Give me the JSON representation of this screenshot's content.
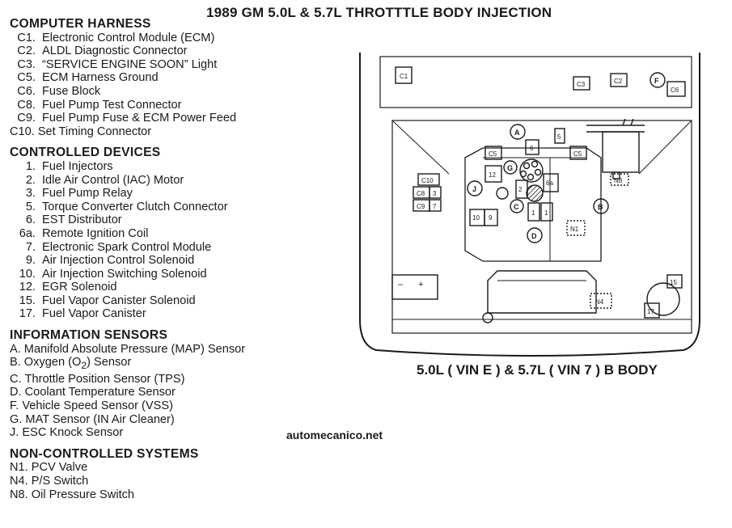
{
  "title": "1989 GM 5.0L & 5.7L THROTTTLE BODY INJECTION",
  "subtitle": "5.0L ( VIN E ) & 5.7L ( VIN 7 ) B BODY",
  "website": "automecanico.net",
  "legend": {
    "computer_harness": {
      "heading": "COMPUTER HARNESS",
      "items": [
        {
          "code": "C1.",
          "label": "Electronic Control Module (ECM)"
        },
        {
          "code": "C2.",
          "label": "ALDL Diagnostic Connector"
        },
        {
          "code": "C3.",
          "label": "“SERVICE ENGINE SOON” Light"
        },
        {
          "code": "C5.",
          "label": "ECM Harness Ground"
        },
        {
          "code": "C6.",
          "label": "Fuse Block"
        },
        {
          "code": "C8.",
          "label": "Fuel Pump Test Connector"
        },
        {
          "code": "C9.",
          "label": "Fuel Pump Fuse & ECM Power Feed"
        },
        {
          "code": "C10.",
          "label": "Set Timing Connector"
        }
      ]
    },
    "controlled_devices": {
      "heading": "CONTROLLED DEVICES",
      "items": [
        {
          "code": "1.",
          "label": "Fuel Injectors"
        },
        {
          "code": "2.",
          "label": "Idle Air Control (IAC) Motor"
        },
        {
          "code": "3.",
          "label": "Fuel Pump Relay"
        },
        {
          "code": "5.",
          "label": "Torque Converter Clutch Connector"
        },
        {
          "code": "6.",
          "label": "EST Distributor"
        },
        {
          "code": "6a.",
          "label": "Remote Ignition Coil"
        },
        {
          "code": "7.",
          "label": "Electronic Spark Control Module"
        },
        {
          "code": "9.",
          "label": "Air Injection Control Solenoid"
        },
        {
          "code": "10.",
          "label": "Air Injection Switching Solenoid"
        },
        {
          "code": "12.",
          "label": "EGR Solenoid"
        },
        {
          "code": "15.",
          "label": "Fuel Vapor Canister Solenoid"
        },
        {
          "code": "17.",
          "label": "Fuel Vapor Canister"
        }
      ]
    },
    "information_sensors": {
      "heading": "INFORMATION SENSORS",
      "items": [
        {
          "code": "A.",
          "label": "Manifold Absolute Pressure (MAP) Sensor"
        },
        {
          "code": "B.",
          "label_before": "Oxygen (O",
          "label_sub": "2",
          "label_after": ") Sensor"
        },
        {
          "code": "C.",
          "label": "Throttle Position Sensor (TPS)"
        },
        {
          "code": "D.",
          "label": "Coolant Temperature Sensor"
        },
        {
          "code": "F.",
          "label": "Vehicle Speed Sensor (VSS)"
        },
        {
          "code": "G.",
          "label": "MAT Sensor (IN Air Cleaner)"
        },
        {
          "code": "J.",
          "label": "ESC Knock Sensor"
        }
      ]
    },
    "non_controlled_systems": {
      "heading": "NON-CONTROLLED SYSTEMS",
      "items": [
        {
          "code": "N1.",
          "label": "PCV Valve"
        },
        {
          "code": "N4.",
          "label": "P/S Switch"
        },
        {
          "code": "N8.",
          "label": "Oil Pressure Switch"
        }
      ]
    }
  },
  "diagram_labels": {
    "c1": "C1",
    "c2": "C2",
    "c3": "C3",
    "c6": "C6",
    "f": "F",
    "a": "A",
    "five_top": "5",
    "six": "6",
    "c5_left": "C5",
    "c5_right": "C5",
    "twelve": "12",
    "g": "G",
    "two": "2",
    "six_a": "6a",
    "c10": "C10",
    "c8": "C8",
    "three": "3",
    "c9": "C9",
    "seven": "7",
    "j": "J",
    "n8": "N8",
    "b": "B",
    "ten": "10",
    "nine": "9",
    "c": "C",
    "one_left": "1",
    "one_right": "1",
    "n1": "N1",
    "d": "D",
    "n4": "N4",
    "fifteen": "15",
    "seventeen": "17",
    "battery_minus": "–",
    "battery_plus": "+"
  }
}
